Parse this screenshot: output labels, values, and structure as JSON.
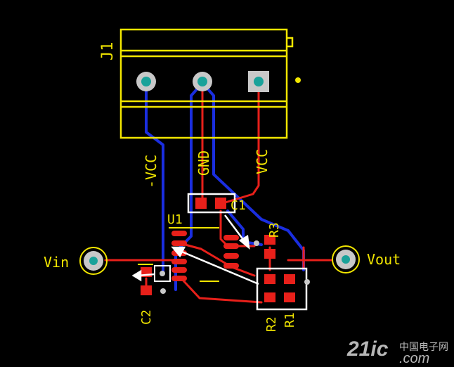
{
  "colors": {
    "background": "#000000",
    "silkscreen": "#f2e600",
    "top_copper": "#e8201a",
    "bottom_copper": "#1a2ee0",
    "pad_hole": "#1aa29a",
    "outline_white": "#ffffff",
    "via": "#c8c8c8"
  },
  "labels": {
    "connector": "J1",
    "pin_neg": "-VCC",
    "pin_gnd": "GND",
    "pin_pos": "VCC",
    "chip": "U1",
    "cap1": "C1",
    "cap2": "C2",
    "res1": "R1",
    "res2": "R2",
    "res3": "R3",
    "input": "Vin",
    "output": "Vout"
  },
  "watermark": {
    "brand": "21ic",
    "domain": ".com",
    "cn": "中国电子网"
  }
}
